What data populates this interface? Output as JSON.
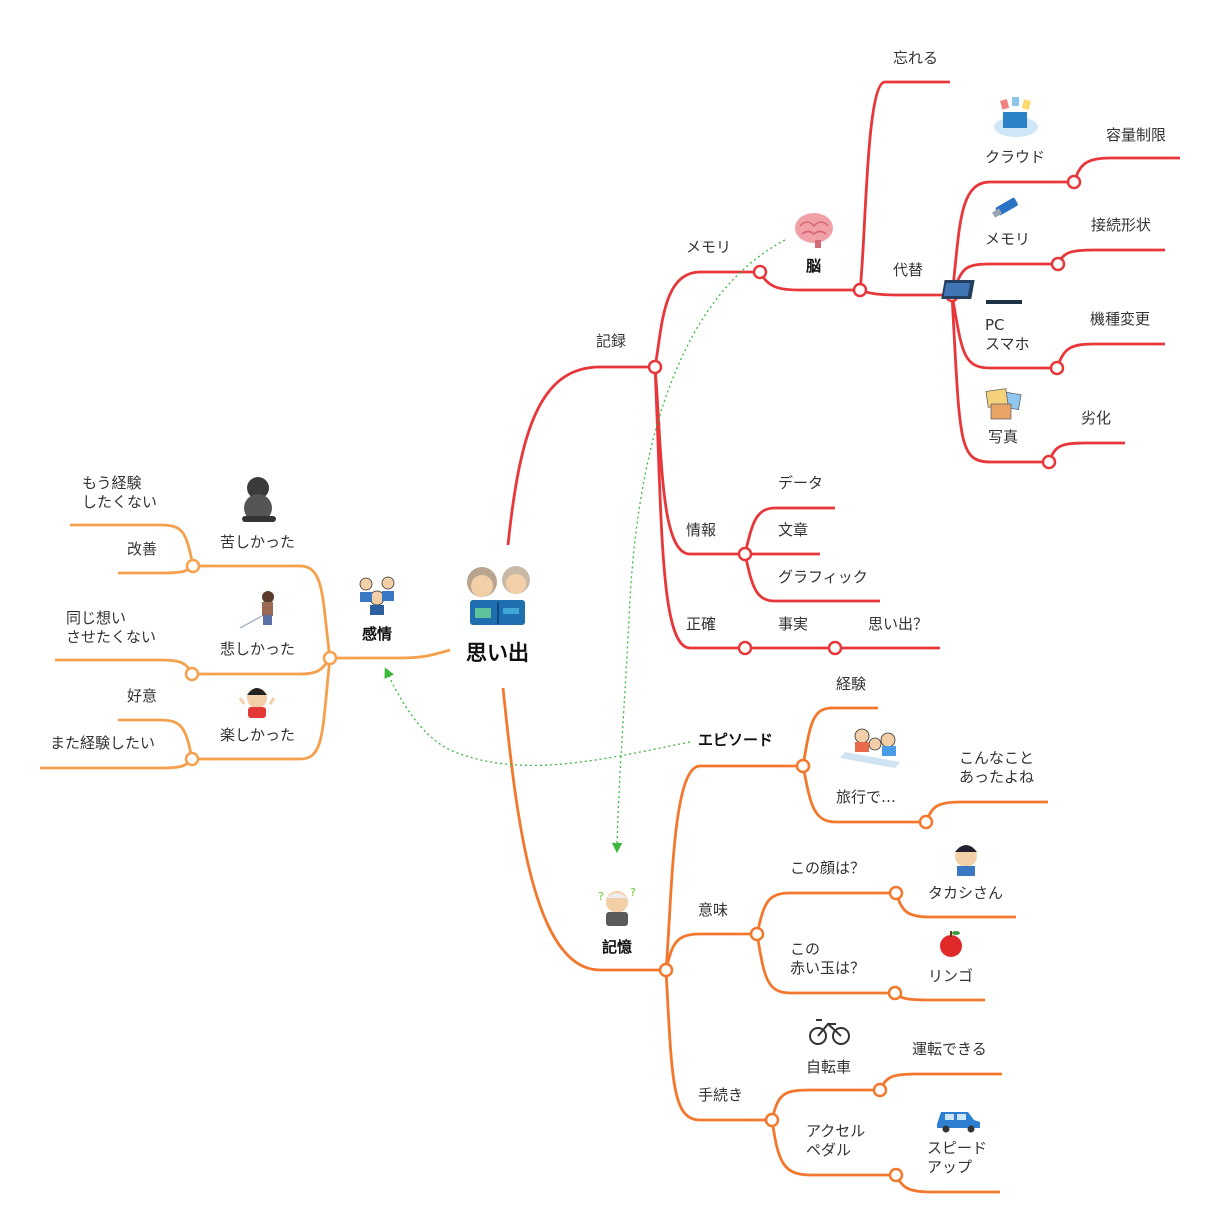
{
  "center": {
    "label": "思い出"
  },
  "branches": {
    "record": {
      "label": "記録",
      "brain": {
        "label": "脳",
        "edge_label": "メモリ",
        "forget": "忘れる"
      },
      "alt": {
        "label": "代替",
        "items": [
          {
            "label": "クラウド",
            "sub": "容量制限"
          },
          {
            "label": "メモリ",
            "sub": "接続形状"
          },
          {
            "label": "PC\nスマホ",
            "sub": "機種変更"
          },
          {
            "label": "写真",
            "sub": "劣化"
          }
        ]
      },
      "info": {
        "label": "情報",
        "items": [
          "データ",
          "文章",
          "グラフィック"
        ]
      },
      "accuracy": {
        "label": "正確",
        "items": [
          "事実",
          "思い出？"
        ]
      }
    },
    "memory": {
      "label": "記憶",
      "episode": {
        "label": "エピソード",
        "exp": "経験",
        "trip": "旅行で…",
        "recall": "こんなこと\nあったよね"
      },
      "meaning": {
        "label": "意味",
        "items": [
          {
            "q": "この顔は？",
            "a": "タカシさん"
          },
          {
            "q": "この\n赤い玉は？",
            "a": "リンゴ"
          }
        ]
      },
      "procedure": {
        "label": "手続き",
        "items": [
          {
            "q": "自転車",
            "a": "運転できる"
          },
          {
            "q": "アクセル\nペダル",
            "a": "スピード\nアップ"
          }
        ]
      }
    },
    "emotion": {
      "label": "感情",
      "items": [
        {
          "label": "苦しかった",
          "subs": [
            "もう経験\nしたくない",
            "改善"
          ]
        },
        {
          "label": "悲しかった",
          "subs": [
            "同じ想い\nさせたくない"
          ]
        },
        {
          "label": "楽しかった",
          "subs": [
            "好意",
            "また経験したい"
          ]
        }
      ]
    }
  },
  "colors": {
    "record": "#e8373a",
    "memory": "#f2782d",
    "emotion": "#f5a04c",
    "link": "#3cb83c"
  },
  "icons": [
    "elderly-couple-album-icon",
    "brain-icon",
    "cloud-storage-icon",
    "usb-memory-icon",
    "laptop-icon",
    "photos-icon",
    "people-group-icon",
    "crouching-person-icon",
    "sad-person-icon",
    "happy-child-icon",
    "family-travel-icon",
    "confused-elder-icon",
    "boy-face-icon",
    "apple-icon",
    "bicycle-icon",
    "car-icon"
  ]
}
